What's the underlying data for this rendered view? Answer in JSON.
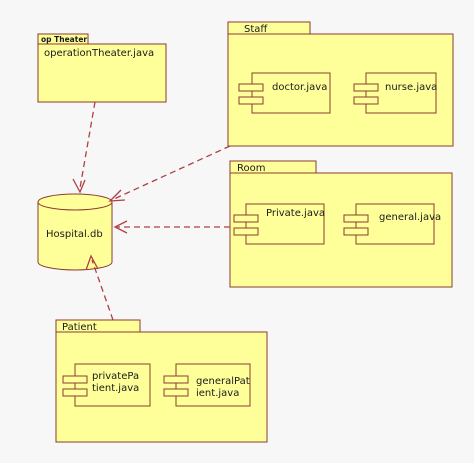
{
  "packages": {
    "op_theater": {
      "name": "op Theater",
      "components": [
        "operationTheater.java"
      ]
    },
    "staff": {
      "name": "Staff",
      "components": [
        "doctor.java",
        "nurse.java"
      ]
    },
    "room": {
      "name": "Room",
      "components": [
        "Private.java",
        "general.java"
      ]
    },
    "patient": {
      "name": "Patient",
      "components": [
        [
          "privatePa",
          "tient.java"
        ],
        [
          "generalPat",
          "ient.java"
        ]
      ]
    }
  },
  "database": {
    "label": "Hospital.db"
  },
  "colors": {
    "fill": "#ffff99",
    "stroke": "#8a3d2e",
    "dependency": "#b04040",
    "background": "#f7f7f7"
  }
}
